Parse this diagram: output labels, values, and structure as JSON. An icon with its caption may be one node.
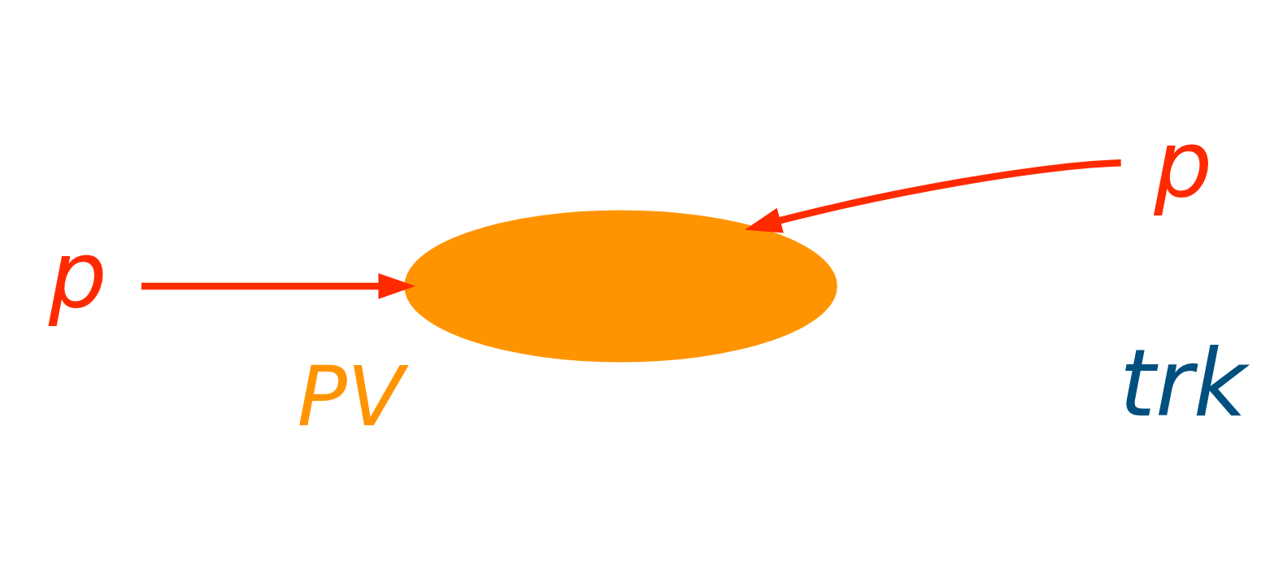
{
  "diagram": {
    "nodes": [
      {
        "text": [
          "p"
        ]
      },
      {
        "text": [],
        "shape": "ellipse",
        "beside": [
          "PV"
        ]
      },
      {
        "text": [
          "p"
        ]
      }
    ],
    "edges": [
      {
        "from": 0,
        "to": 1,
        "arrow": "to"
      },
      {
        "from": 2,
        "to": 1,
        "arrow": "to"
      }
    ],
    "labels": [
      "trk"
    ]
  }
}
